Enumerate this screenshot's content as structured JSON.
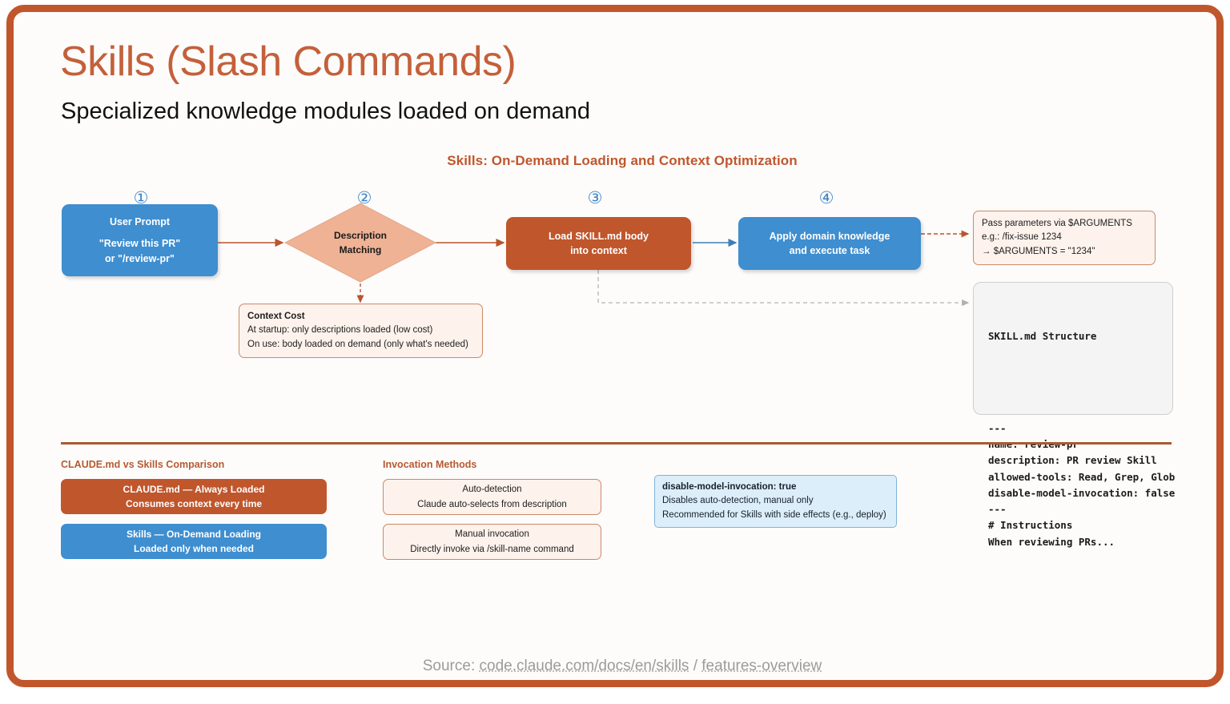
{
  "header": {
    "title": "Skills (Slash Commands)",
    "subtitle": "Specialized knowledge modules loaded on demand",
    "title_color": "#c4603a"
  },
  "diagram": {
    "title": "Skills: On-Demand Loading and Context Optimization",
    "steps": [
      {
        "number": "①",
        "type": "box",
        "color": "#3e8ed0",
        "line1": "User Prompt",
        "line2": "\"Review this PR\"",
        "line3": "or \"/review-pr\""
      },
      {
        "number": "②",
        "type": "diamond",
        "color": "#efb294",
        "line1": "Description",
        "line2": "Matching"
      },
      {
        "number": "③",
        "type": "box",
        "color": "#c0562c",
        "line1": "Load SKILL.md body",
        "line2": "into context"
      },
      {
        "number": "④",
        "type": "box",
        "color": "#3e8ed0",
        "line1": "Apply domain knowledge",
        "line2": "and execute task"
      }
    ],
    "context_cost": {
      "heading": "Context Cost",
      "line1": "At startup: only descriptions loaded (low cost)",
      "line2": "On use: body loaded on demand (only what's needed)"
    },
    "arguments_note": {
      "line1": "Pass parameters via $ARGUMENTS",
      "line2": "e.g.: /fix-issue 1234",
      "line3": "→ $ARGUMENTS = \"1234\""
    },
    "skill_md": {
      "heading": "SKILL.md Structure",
      "body": "---\nname: review-pr\ndescription: PR review Skill\nallowed-tools: Read, Grep, Glob\ndisable-model-invocation: false\n---\n# Instructions\nWhen reviewing PRs..."
    }
  },
  "comparison": {
    "title": "CLAUDE.md vs Skills Comparison",
    "items": [
      {
        "line1": "CLAUDE.md — Always Loaded",
        "line2": "Consumes context every time",
        "color": "#c0562c"
      },
      {
        "line1": "Skills — On-Demand Loading",
        "line2": "Loaded only when needed",
        "color": "#3e8ed0"
      }
    ]
  },
  "invocation": {
    "title": "Invocation Methods",
    "items": [
      {
        "line1": "Auto-detection",
        "line2": "Claude auto-selects from description"
      },
      {
        "line1": "Manual invocation",
        "line2": "Directly invoke via /skill-name command"
      }
    ]
  },
  "note": {
    "heading": "disable-model-invocation: true",
    "line1": "Disables auto-detection, manual only",
    "line2": "Recommended for Skills with side effects (e.g., deploy)"
  },
  "footer": {
    "prefix": "Source: ",
    "link1": "code.claude.com/docs/en/skills",
    "separator": " / ",
    "link2": "features-overview"
  }
}
